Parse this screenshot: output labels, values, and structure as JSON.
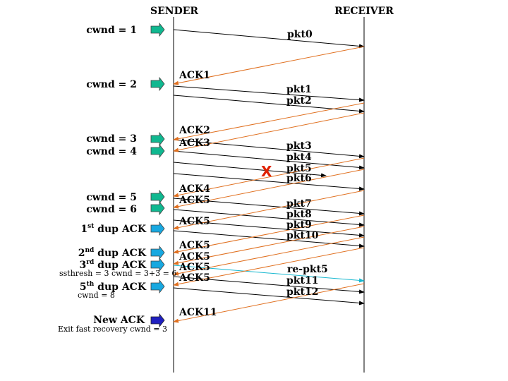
{
  "headers": {
    "sender": "SENDER",
    "receiver": "RECEIVER"
  },
  "colors": {
    "data": "#000000",
    "ack": "#e07020",
    "retransmit": "#18b8d0",
    "cwnd_arrow": "#10b890",
    "dup_arrow": "#18a8e0",
    "new_ack_arrow": "#2020c0",
    "loss": "#e02000"
  },
  "sender_events": [
    {
      "kind": "cwnd",
      "text": "cwnd = 1"
    },
    {
      "kind": "cwnd",
      "text": "cwnd = 2"
    },
    {
      "kind": "cwnd",
      "text": "cwnd = 3"
    },
    {
      "kind": "cwnd",
      "text": "cwnd = 4"
    },
    {
      "kind": "cwnd",
      "text": "cwnd = 5"
    },
    {
      "kind": "cwnd",
      "text": "cwnd = 6"
    },
    {
      "kind": "dup",
      "num": "1",
      "sup": "st",
      "rest": " dup ACK"
    },
    {
      "kind": "dup",
      "num": "2",
      "sup": "nd",
      "rest": " dup ACK"
    },
    {
      "kind": "dup",
      "num": "3",
      "sup": "rd",
      "rest": " dup ACK"
    },
    {
      "kind": "dup",
      "num": "5",
      "sup": "th",
      "rest": " dup ACK"
    },
    {
      "kind": "newack",
      "text": "New ACK"
    }
  ],
  "notes": [
    "ssthresh = 3 cwnd = 3+3 = 6",
    "cwnd = 8",
    "Exit fast recovery  cwnd = 3"
  ],
  "packets": [
    "pkt0",
    "pkt1",
    "pkt2",
    "pkt3",
    "pkt4",
    "pkt5",
    "pkt6",
    "pkt7",
    "pkt8",
    "pkt9",
    "pkt10",
    "re-pkt5",
    "pkt11",
    "pkt12"
  ],
  "acks": [
    "ACK1",
    "ACK2",
    "ACK3",
    "ACK4",
    "ACK5",
    "ACK5",
    "ACK5",
    "ACK5",
    "ACK5",
    "ACK5",
    "ACK11"
  ],
  "loss_marker": "X"
}
